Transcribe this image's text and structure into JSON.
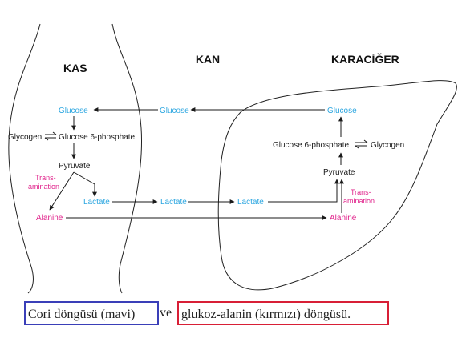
{
  "regions": {
    "muscle": "KAS",
    "blood": "KAN",
    "liver": "KARACİĞER"
  },
  "muscle": {
    "glucose": "Glucose",
    "glycogen": "Glycogen",
    "glucose6p": "Glucose 6-phosphate",
    "pyruvate": "Pyruvate",
    "transamination_1": "Trans-",
    "transamination_2": "amination",
    "lactate": "Lactate",
    "alanine": "Alanine"
  },
  "blood": {
    "glucose": "Glucose",
    "lactate": "Lactate"
  },
  "liver": {
    "glucose": "Glucose",
    "glucose6p": "Glucose 6-phosphate",
    "glycogen": "Glycogen",
    "pyruvate": "Pyruvate",
    "lactate": "Lactate",
    "transamination_1": "Trans-",
    "transamination_2": "amination",
    "alanine": "Alanine"
  },
  "caption": {
    "cori": "Cori döngüsü (mavi)",
    "connector": "ve",
    "glucose_alanine": "glukoz-alanin (kırmızı) döngüsü."
  },
  "colors": {
    "cori": "#2ba6e0",
    "alanine": "#e0218a",
    "black": "#1a1a1a"
  }
}
